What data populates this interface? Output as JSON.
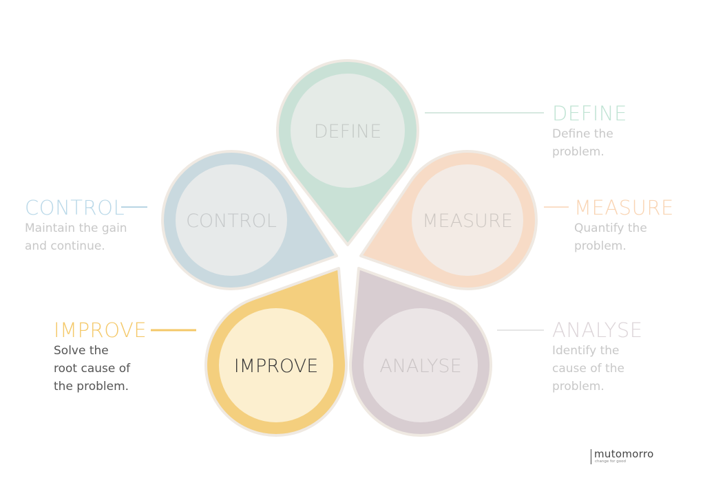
{
  "petals": [
    {
      "id": "define",
      "label": "DEFINE",
      "outer": "#c9e1d6",
      "inner": "#e5ebe7",
      "text": "#c4c9c6"
    },
    {
      "id": "measure",
      "label": "MEASURE",
      "outer": "#f7dbc6",
      "inner": "#f3ebe5",
      "text": "#cec8c3"
    },
    {
      "id": "analyse",
      "label": "ANALYSE",
      "outer": "#d8cdd1",
      "inner": "#ebe5e6",
      "text": "#cbc5c6"
    },
    {
      "id": "improve",
      "label": "IMPROVE",
      "outer": "#f4cf7e",
      "inner": "#fcefcf",
      "text": "#333333"
    },
    {
      "id": "control",
      "label": "CONTROL",
      "outer": "#c9d9df",
      "inner": "#e7eaea",
      "text": "#c5c8c9"
    }
  ],
  "sides": {
    "define": {
      "title": "DEFINE",
      "lines": [
        "Define the",
        "problem."
      ]
    },
    "measure": {
      "title": "MEASURE",
      "lines": [
        "Quantify the",
        "problem."
      ]
    },
    "analyse": {
      "title": "ANALYSE",
      "lines": [
        "Identify the",
        "cause of the",
        "problem."
      ]
    },
    "improve": {
      "title": "IMPROVE",
      "lines": [
        "Solve the",
        "root cause of",
        "the problem."
      ]
    },
    "control": {
      "title": "CONTROL",
      "lines": [
        "Maintain the gain",
        "and continue."
      ]
    }
  },
  "connectors": {
    "define": "#c9e1d6",
    "measure": "#f9d4b3",
    "analyse": "#dddddd",
    "improve": "#f4c868",
    "control": "#9fc6dc"
  },
  "logo": {
    "name": "mutomorro",
    "tagline": "change for good"
  }
}
